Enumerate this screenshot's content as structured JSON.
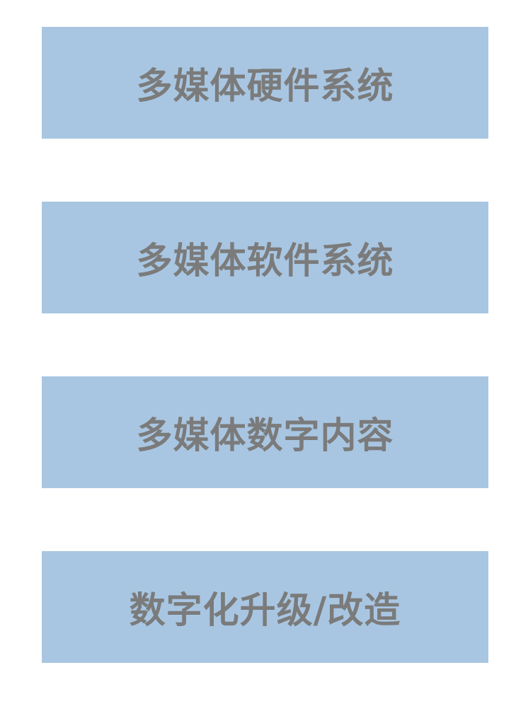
{
  "blocks": [
    {
      "label": "多媒体硬件系统"
    },
    {
      "label": "多媒体软件系统"
    },
    {
      "label": "多媒体数字内容"
    },
    {
      "label": "数字化升级/改造"
    }
  ],
  "colors": {
    "block_fill": "#a8c6e2",
    "text": "#7b7b7b",
    "background": "#ffffff"
  }
}
